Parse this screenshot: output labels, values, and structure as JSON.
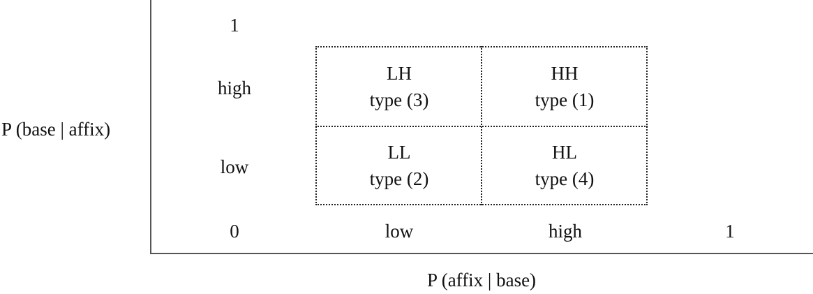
{
  "axes": {
    "y_label": "P (base | affix)",
    "x_label": "P (affix | base)",
    "y_ticks": {
      "top": "1",
      "high": "high",
      "low": "low"
    },
    "x_ticks": {
      "origin": "0",
      "low": "low",
      "high": "high",
      "end": "1"
    }
  },
  "cells": {
    "top_left": {
      "code": "LH",
      "type": "type (3)"
    },
    "top_right": {
      "code": "HH",
      "type": "type (1)"
    },
    "bottom_left": {
      "code": "LL",
      "type": "type (2)"
    },
    "bottom_right": {
      "code": "HL",
      "type": "type (4)"
    }
  }
}
